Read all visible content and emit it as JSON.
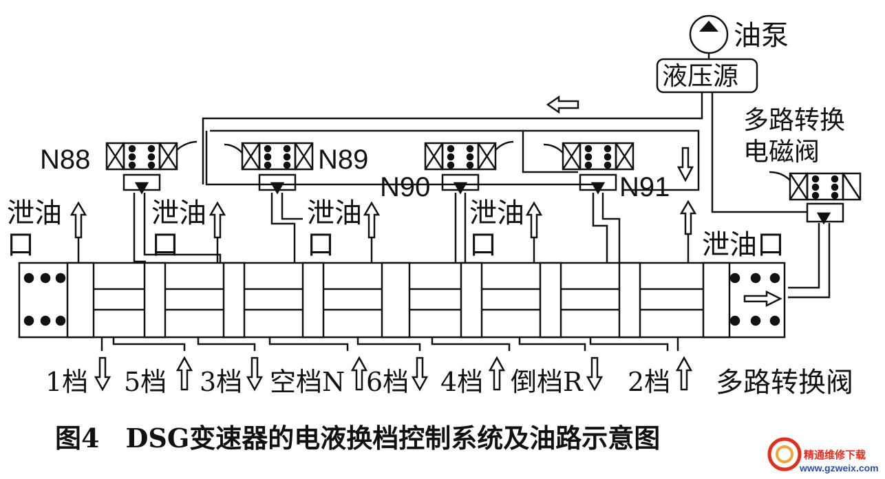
{
  "top": {
    "pump_label": "油泵",
    "source_label": "液压源",
    "mux_solenoid_label_line1": "多路转换",
    "mux_solenoid_label_line2": "电磁阀"
  },
  "solenoids": [
    "N88",
    "N89",
    "N90",
    "N91"
  ],
  "drains": {
    "d1_line1": "泄油",
    "d1_line2": "口",
    "d2_line1": "泄油",
    "d2_line2": "口",
    "d3_line1": "泄油",
    "d3_line2": "口",
    "d4_line1": "泄油",
    "d4_line2": "口",
    "d5": "泄油口"
  },
  "gears": {
    "g1": "1档",
    "g5": "5档",
    "g3": "3档",
    "gn": "空档N",
    "g6": "6档",
    "g4": "4档",
    "gr": "倒档R",
    "g2": "2档",
    "mux_valve": "多路转换阀"
  },
  "caption": "图4　DSG变速器的电液换档控制系统及油路示意图",
  "watermark": {
    "line1": "精通维修下载",
    "line2": "www.gzweix.com",
    "primary_color": "#e0301e"
  }
}
